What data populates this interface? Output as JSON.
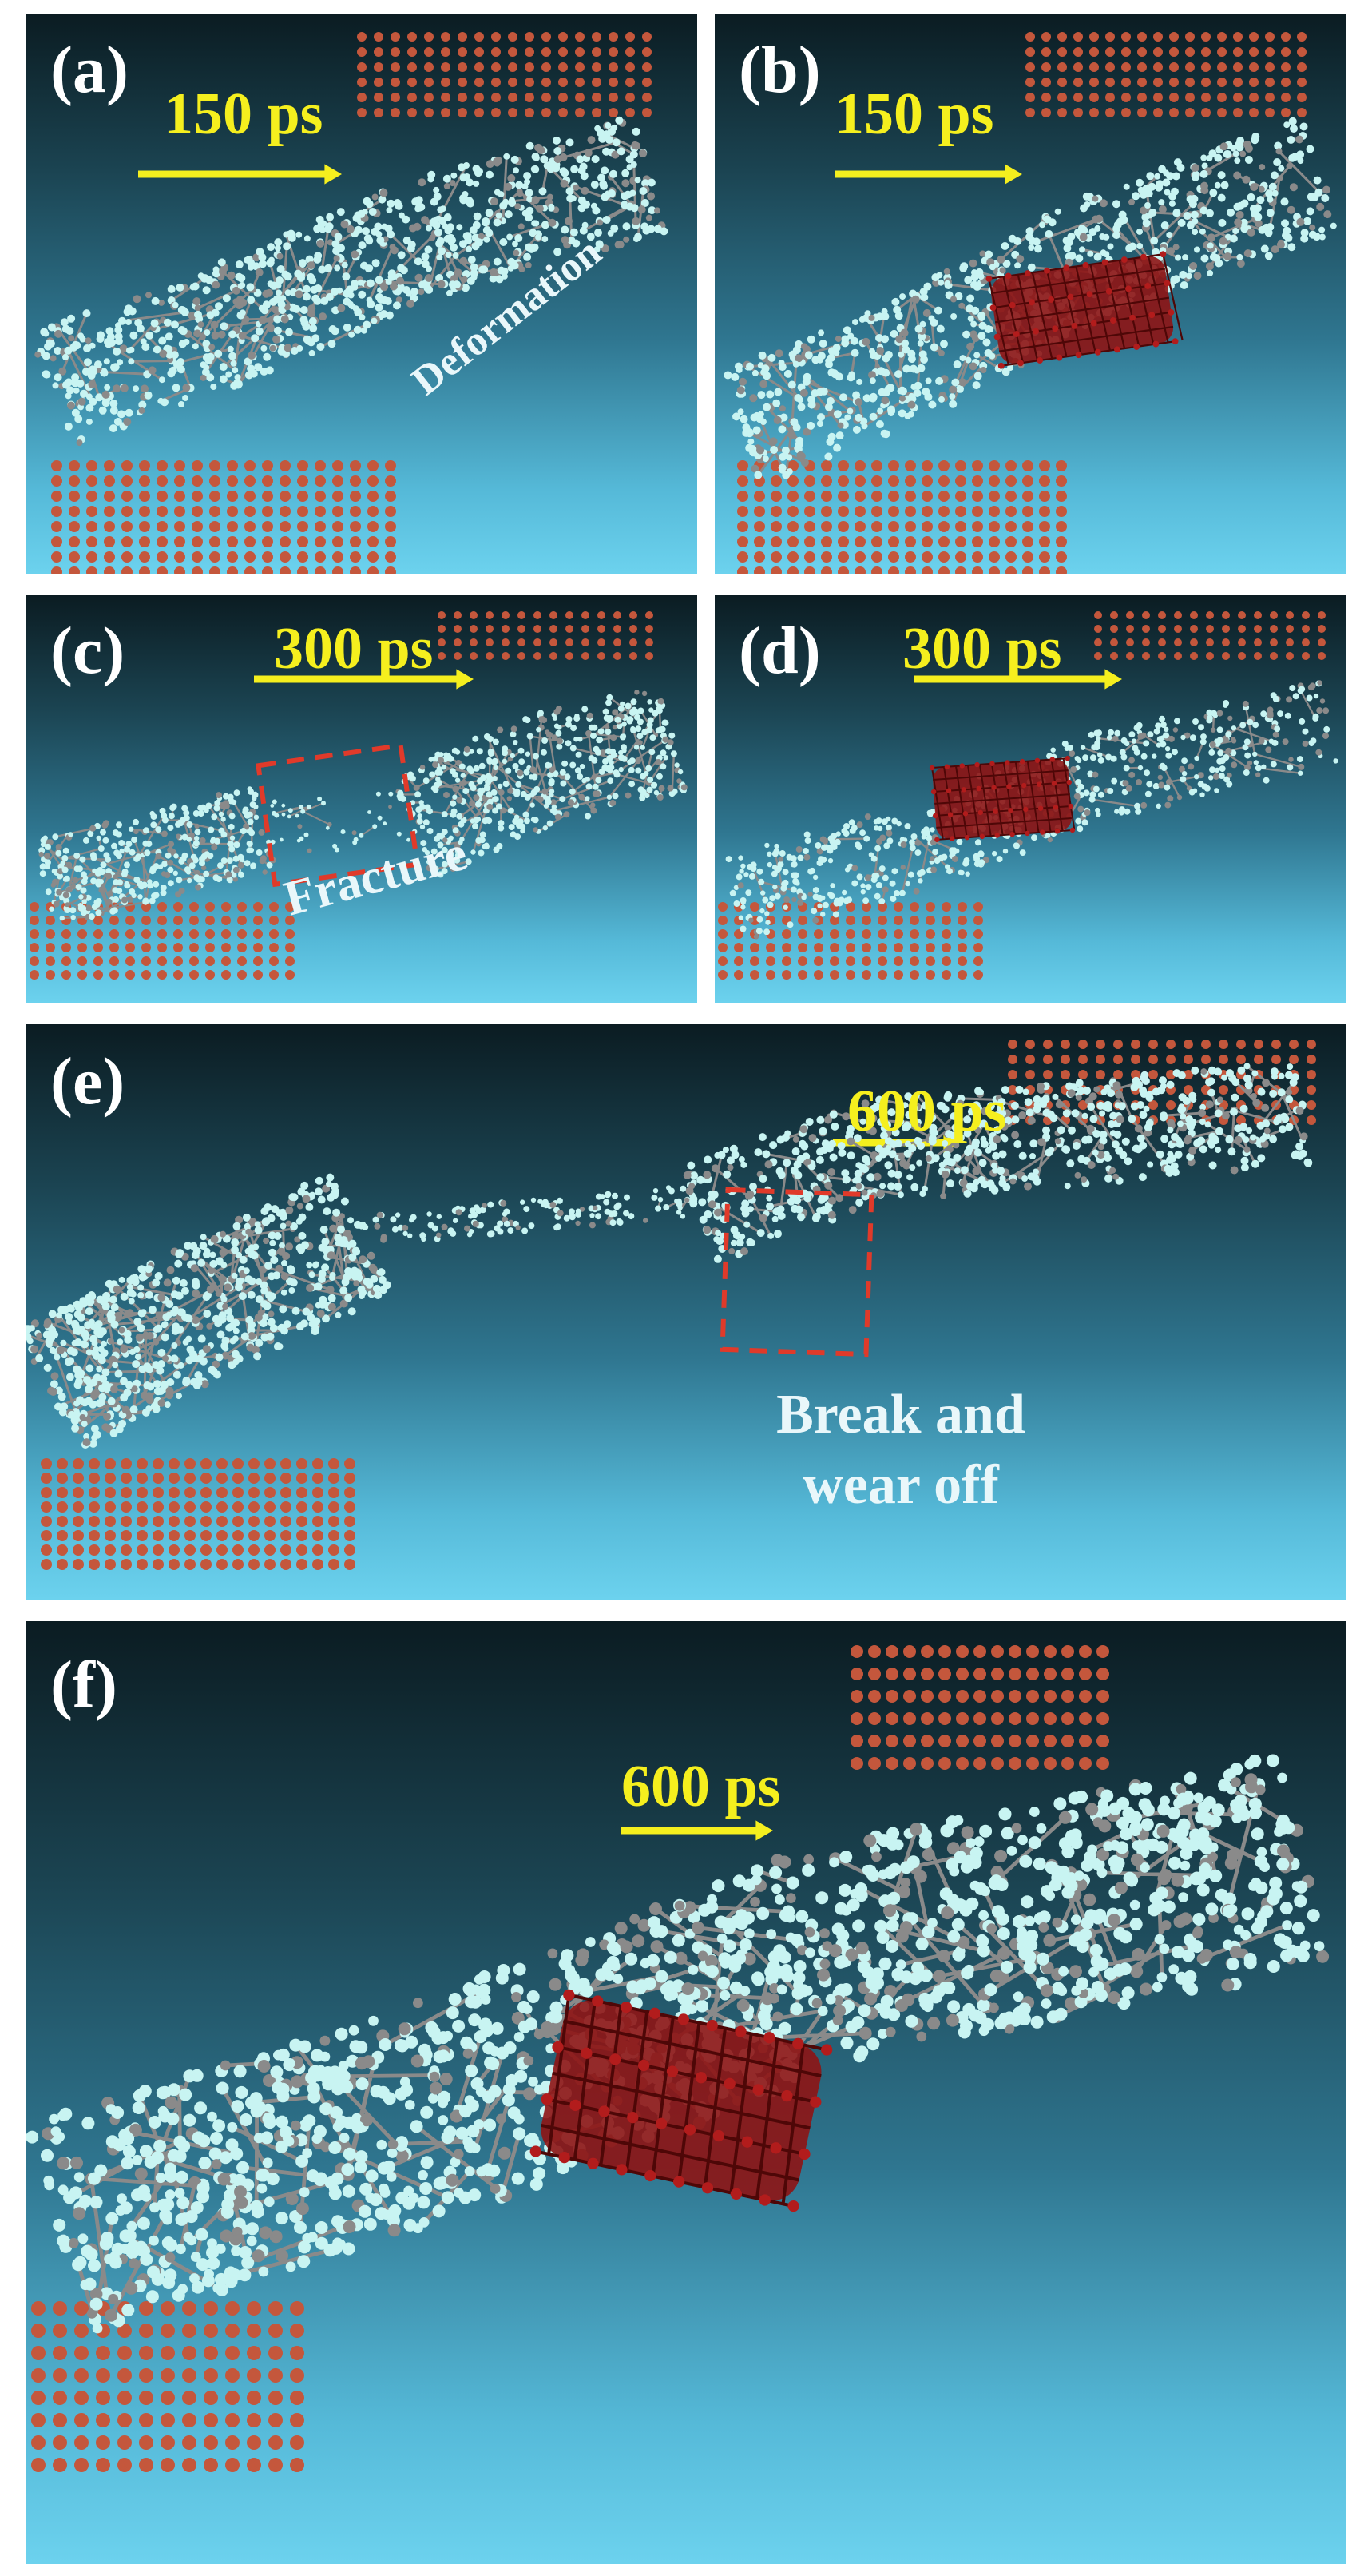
{
  "panels": [
    {
      "id": "a",
      "label": "(a)",
      "time": "150 ps",
      "annotation": "Deformation",
      "nanotube": false
    },
    {
      "id": "b",
      "label": "(b)",
      "time": "150 ps",
      "annotation": "",
      "nanotube": true
    },
    {
      "id": "c",
      "label": "(c)",
      "time": "300 ps",
      "annotation": "Fracture",
      "nanotube": false
    },
    {
      "id": "d",
      "label": "(d)",
      "time": "300 ps",
      "annotation": "",
      "nanotube": true
    },
    {
      "id": "e",
      "label": "(e)",
      "time": "600 ps",
      "annotation_line1": "Break and",
      "annotation_line2": "wear off",
      "nanotube": false
    },
    {
      "id": "f",
      "label": "(f)",
      "time": "600 ps",
      "annotation": "",
      "nanotube": true
    }
  ],
  "colors": {
    "substrate_atom": "#c4573c",
    "polymer_hydrogen": "#c8f4f2",
    "polymer_carbon": "#8a8a8a",
    "nanotube": "#8e1414",
    "time_arrow": "#f5ef1e",
    "fracture_box": "#e03a2a"
  }
}
